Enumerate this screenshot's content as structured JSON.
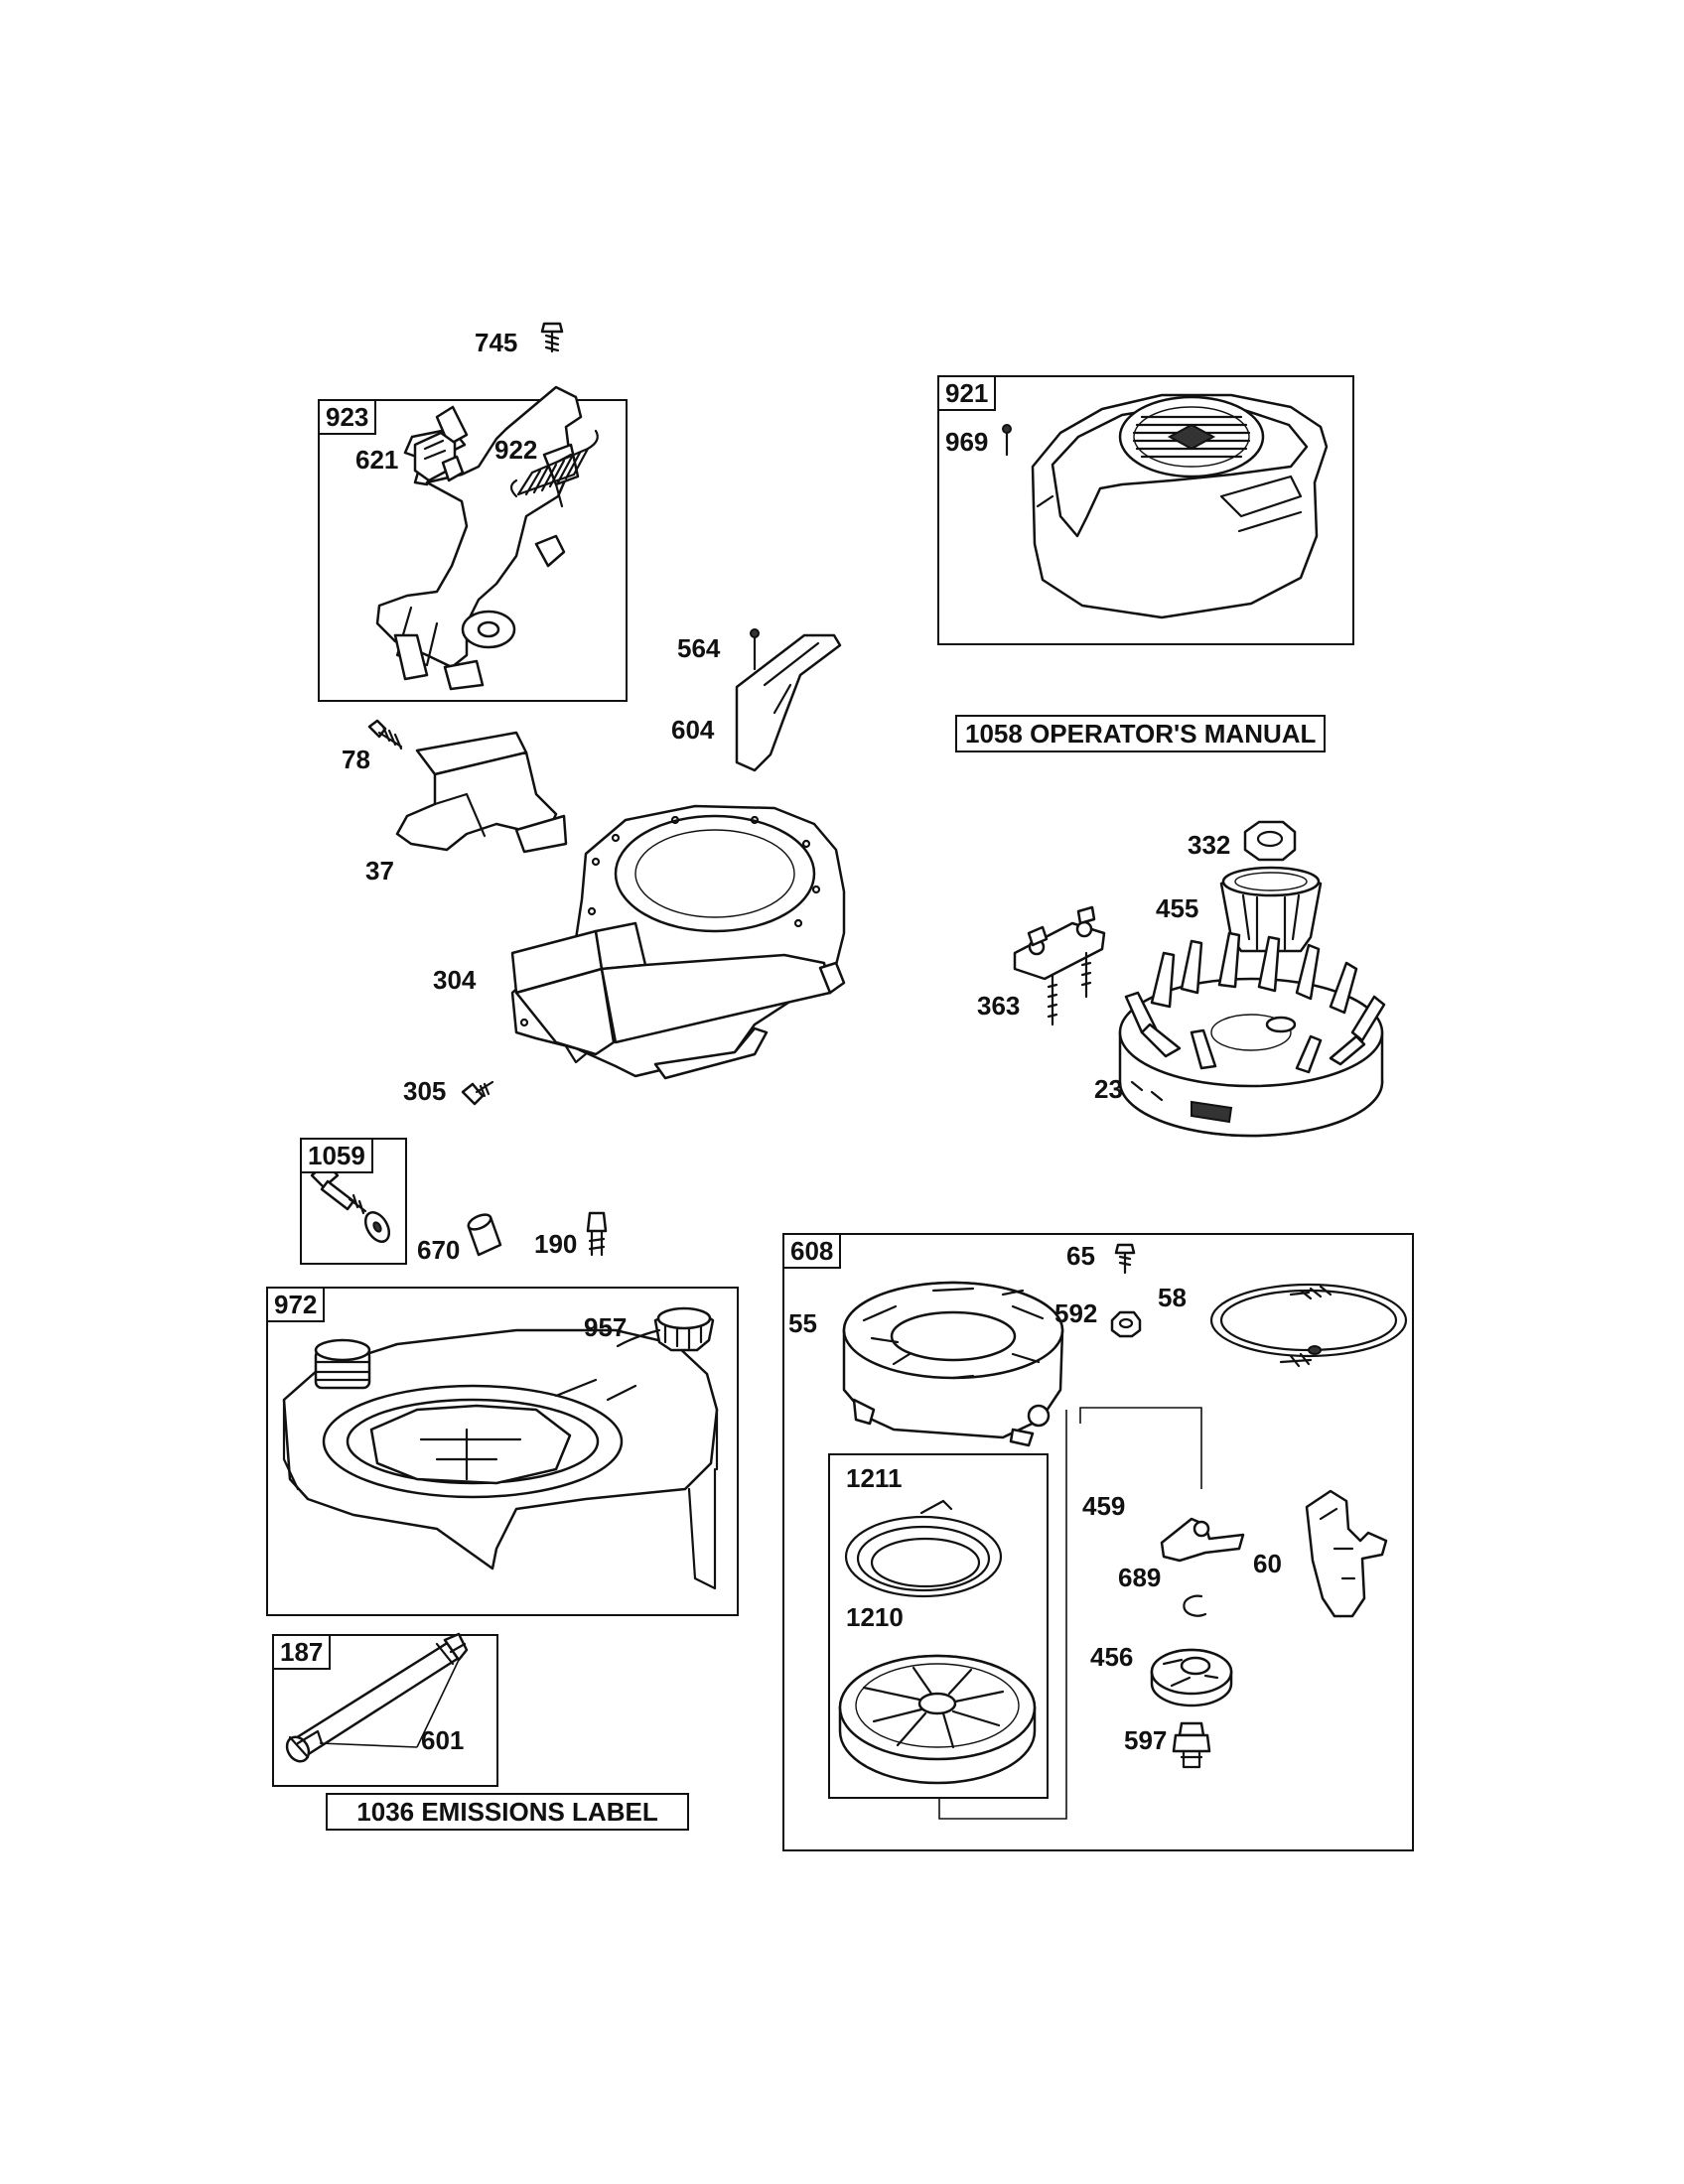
{
  "diagram": {
    "callouts": {
      "c745": "745",
      "c621": "621",
      "c922": "922",
      "c564": "564",
      "c604": "604",
      "c78": "78",
      "c37": "37",
      "c304": "304",
      "c305": "305",
      "c969": "969",
      "c332": "332",
      "c455": "455",
      "c363": "363",
      "c23": "23",
      "c670": "670",
      "c190": "190",
      "c957": "957",
      "c601": "601",
      "c65": "65",
      "c55": "55",
      "c592": "592",
      "c58": "58",
      "c1211": "1211",
      "c1210": "1210",
      "c459": "459",
      "c689": "689",
      "c60": "60",
      "c456": "456",
      "c597": "597"
    },
    "kit_labels": {
      "k923": "923",
      "k921": "921",
      "k1059": "1059",
      "k972": "972",
      "k187": "187",
      "k608": "608"
    },
    "notes": {
      "operators_manual": "1058 OPERATOR'S MANUAL",
      "emissions_label": "1036 EMISSIONS LABEL"
    }
  }
}
